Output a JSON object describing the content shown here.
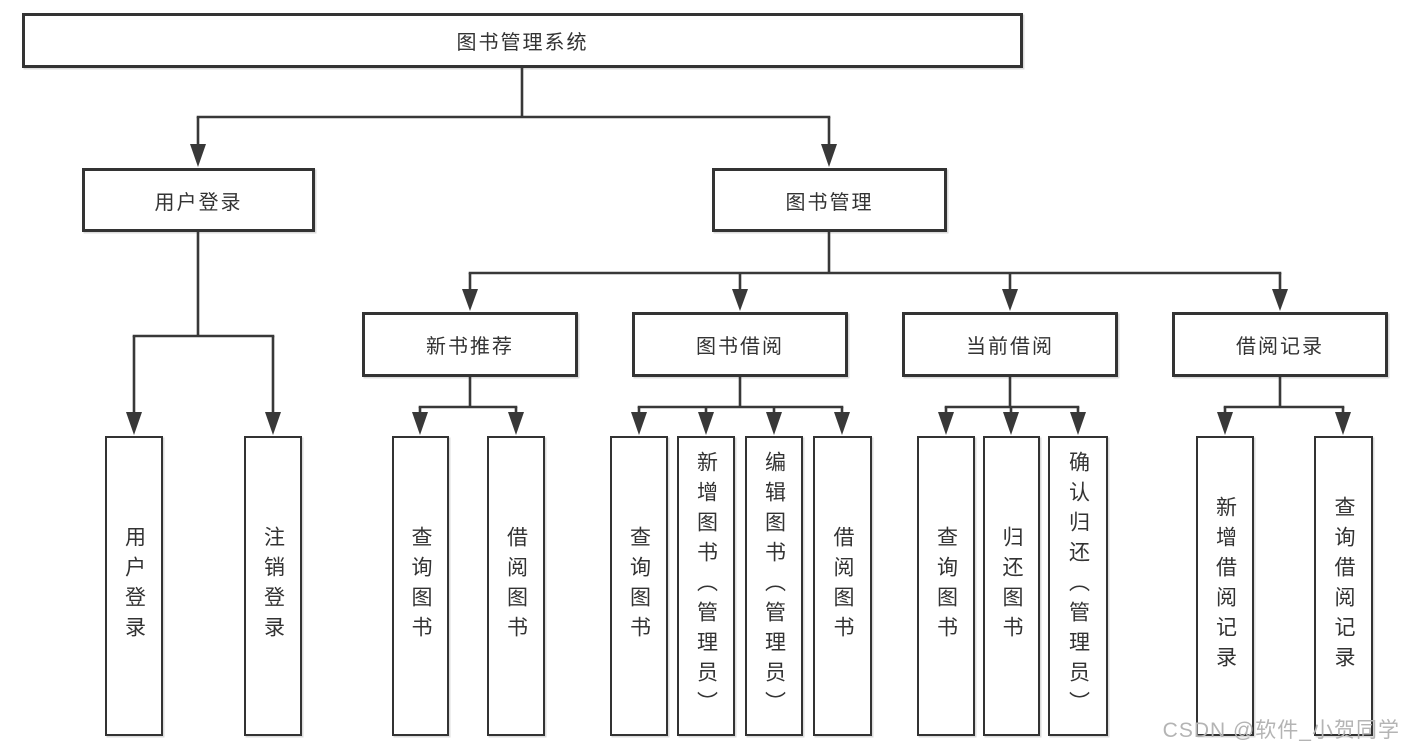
{
  "diagram": {
    "type": "hierarchy-tree",
    "title": "图书管理系统",
    "colors": {
      "line": "#383838",
      "box_border": "#333333",
      "box_bg": "#ffffff",
      "text": "#333333",
      "watermark": "#b4b4b4"
    },
    "tree": {
      "root": {
        "label": "图书管理系统",
        "children": [
          {
            "label": "用户登录",
            "children": [
              {
                "label": "用户登录"
              },
              {
                "label": "注销登录"
              }
            ]
          },
          {
            "label": "图书管理",
            "children": [
              {
                "label": "新书推荐",
                "children": [
                  {
                    "label": "查询图书"
                  },
                  {
                    "label": "借阅图书"
                  }
                ]
              },
              {
                "label": "图书借阅",
                "children": [
                  {
                    "label": "查询图书"
                  },
                  {
                    "label": "新增图书（管理员）"
                  },
                  {
                    "label": "编辑图书（管理员）"
                  },
                  {
                    "label": "借阅图书"
                  }
                ]
              },
              {
                "label": "当前借阅",
                "children": [
                  {
                    "label": "查询图书"
                  },
                  {
                    "label": "归还图书"
                  },
                  {
                    "label": "确认归还（管理员）"
                  }
                ]
              },
              {
                "label": "借阅记录",
                "children": [
                  {
                    "label": "新增借阅记录"
                  },
                  {
                    "label": "查询借阅记录"
                  }
                ]
              }
            ]
          }
        ]
      }
    }
  },
  "watermark": "CSDN @软件_小贺同学"
}
